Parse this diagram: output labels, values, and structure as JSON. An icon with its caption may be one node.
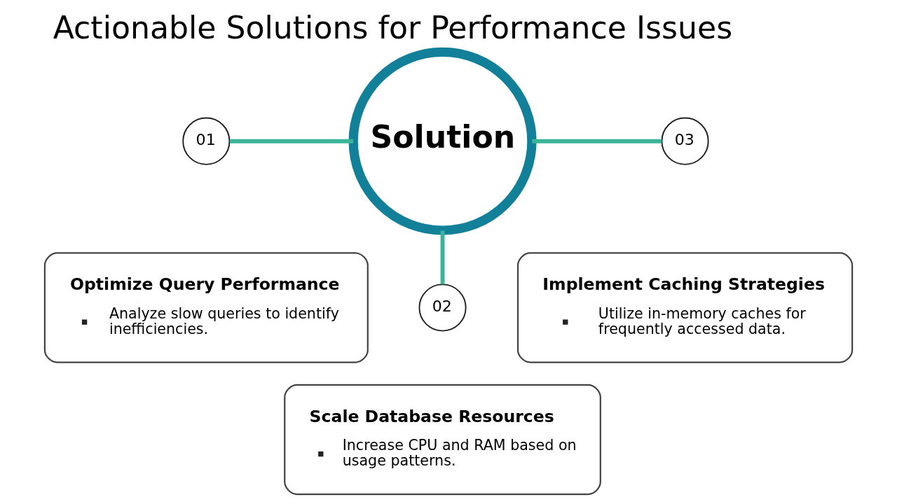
{
  "diagram": {
    "title": "Actionable Solutions for Performance Issues",
    "nodes": [
      {
        "text": [
          "Solution"
        ]
      },
      {
        "text": [
          "01"
        ]
      },
      {
        "text": [
          "Optimize Query Performance",
          "Analyze slow queries to identify inefficiencies."
        ]
      },
      {
        "text": [
          "02"
        ]
      },
      {
        "text": [
          "Scale Database Resources",
          "Increase CPU and RAM based on usage patterns."
        ]
      },
      {
        "text": [
          "03"
        ]
      },
      {
        "text": [
          "Implement Caching Strategies",
          "Utilize in-memory caches for frequently accessed data."
        ]
      }
    ],
    "edges": [
      {
        "from": 0,
        "to": 1,
        "arrow": "none"
      },
      {
        "from": 0,
        "to": 3,
        "arrow": "none"
      },
      {
        "from": 0,
        "to": 5,
        "arrow": "none"
      }
    ]
  }
}
